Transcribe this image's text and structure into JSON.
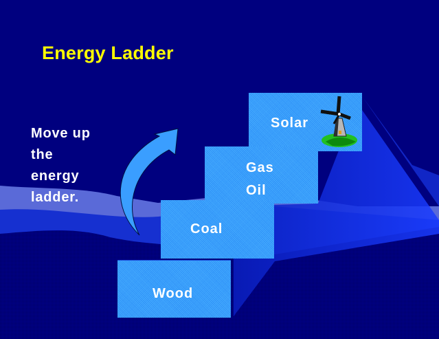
{
  "slide": {
    "title": "Energy Ladder",
    "subtitle": "Move up the energy ladder.",
    "subtitle_lines": [
      "Move up",
      "the",
      "energy",
      "ladder."
    ]
  },
  "ladder": {
    "steps": [
      {
        "id": "solar",
        "label": "Solar",
        "icon": "windmill-icon"
      },
      {
        "id": "gas-oil",
        "lines": [
          "Gas",
          "Oil"
        ]
      },
      {
        "id": "coal",
        "label": "Coal"
      },
      {
        "id": "wood",
        "label": "Wood"
      }
    ]
  },
  "icons": {
    "arrow": "curved-up-arrow-icon",
    "windmill": "windmill-icon"
  },
  "colors": {
    "background": "#00007f",
    "title": "#ffff00",
    "text": "#ffffff",
    "step_fill": "#3aa2ff",
    "arrow_fill": "#3a9eff"
  }
}
